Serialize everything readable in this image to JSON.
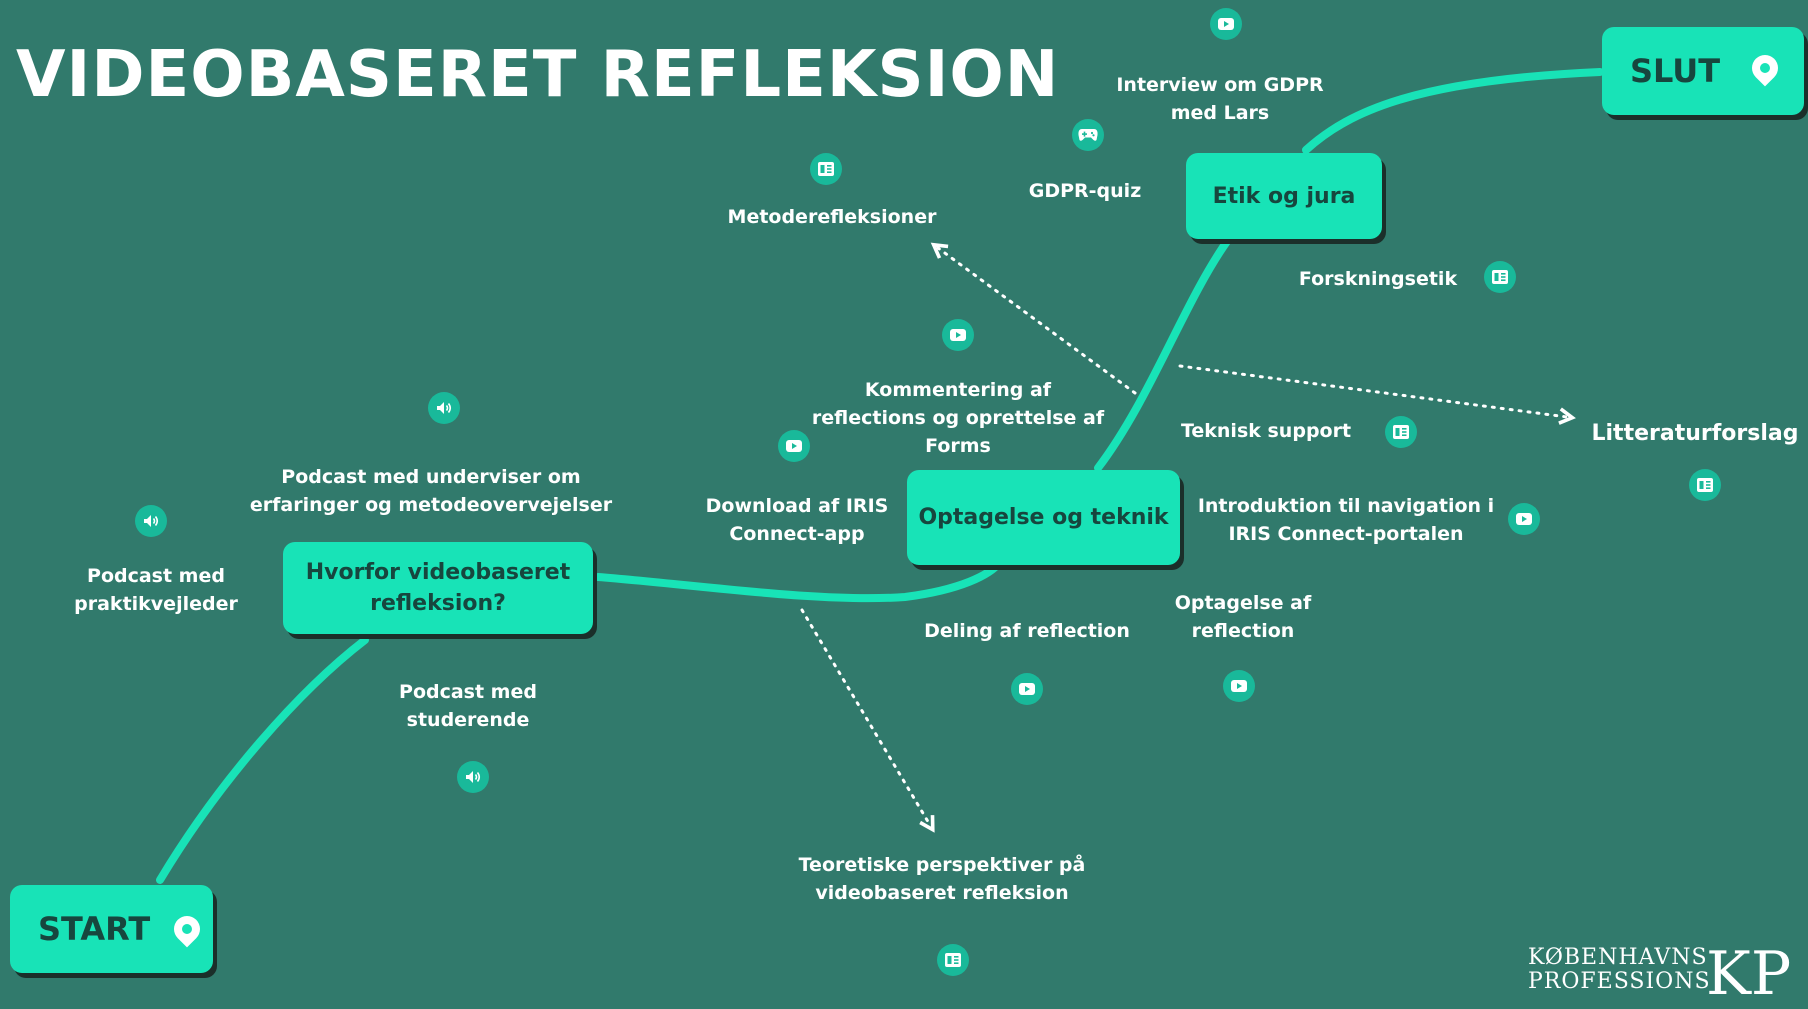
{
  "title": "VIDEOBASERET REFLEKSION",
  "colors": {
    "background": "#317A6C",
    "accent": "#18E3B7",
    "icon_bg": "#19B99A",
    "node_text": "#17463E",
    "label": "#FFFFFF"
  },
  "nodes": {
    "start": "START",
    "slut": "SLUT",
    "hvorfor": "Hvorfor videobaseret refleksion?",
    "optagelse": "Optagelse og teknik",
    "etik": "Etik og jura"
  },
  "labels": {
    "podcast_praktik": "Podcast med praktikvejleder",
    "podcast_underviser": "Podcast med underviser om erfaringer og metodeovervejelser",
    "podcast_studerende": "Podcast med studerende",
    "download": "Download af IRIS Connect-app",
    "kommentering": "Kommentering af reflections og oprettelse af Forms",
    "metode": "Metoderefleksioner",
    "gdpr_quiz": "GDPR-quiz",
    "interview": "Interview om GDPR med Lars",
    "forskningsetik": "Forskningsetik",
    "teknisk": "Teknisk support",
    "introduktion": "Introduktion til navigation i IRIS Connect-portalen",
    "deling": "Deling af reflection",
    "optagelse_af": "Optagelse af reflection",
    "teoretiske": "Teoretiske perspektiver på videobaseret refleksion",
    "litteratur": "Litteraturforslag"
  },
  "icons": {
    "podcast_praktik": "speaker-icon",
    "podcast_underviser": "speaker-icon",
    "podcast_studerende": "speaker-icon",
    "download": "video-icon",
    "kommentering": "video-icon",
    "metode": "book-icon",
    "gdpr_quiz": "gamepad-icon",
    "interview": "video-icon",
    "forskningsetik": "book-icon",
    "teknisk": "book-icon",
    "introduktion": "video-icon",
    "deling": "video-icon",
    "optagelse_af": "video-icon",
    "teoretiske": "book-icon",
    "litteratur": "book-icon"
  },
  "logo": {
    "line1": "KØBENHAVNS",
    "line2": "PROFESSIONS",
    "mark": "KP"
  }
}
